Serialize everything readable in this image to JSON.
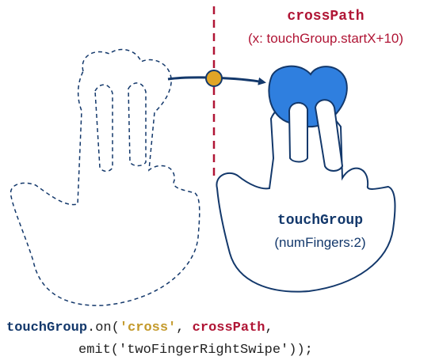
{
  "cross_path": {
    "name": "crossPath",
    "detail": "(x: touchGroup.startX+10)"
  },
  "touch_group": {
    "name": "touchGroup",
    "detail": "(numFingers:2)"
  },
  "code": {
    "obj": "touchGroup",
    "method": ".on(",
    "event": "'cross'",
    "sep": ", ",
    "path": "crossPath",
    "comma": ",",
    "line2": "emit('twoFingerRightSwipe'));"
  },
  "colors": {
    "navy": "#13386b",
    "crimson": "#b01535",
    "gold": "#c49a2c",
    "blue": "#2f7fdf",
    "dashed_line": "#b01535",
    "marker": "#e0a526"
  }
}
